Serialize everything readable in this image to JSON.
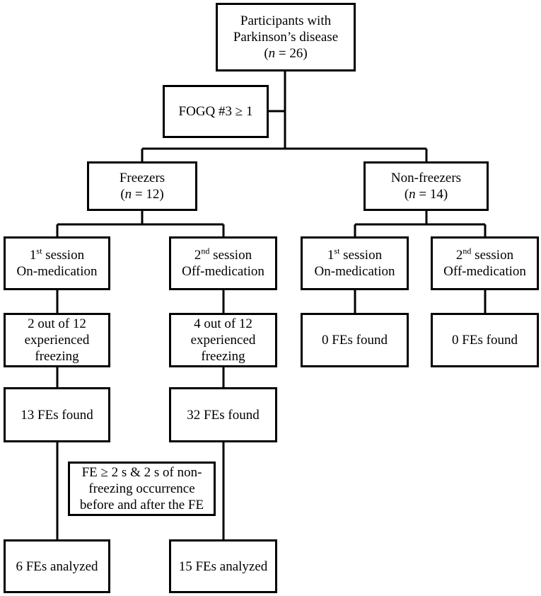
{
  "root": {
    "line1": "Participants with",
    "line2": "Parkinson’s disease",
    "n_pre": "(",
    "n_var": "n",
    "n_post": " = 26)"
  },
  "criterion": {
    "label": "FOGQ #3 ≥ 1"
  },
  "freezers": {
    "title": "Freezers",
    "n_pre": "(",
    "n_var": "n",
    "n_post": " = 12)"
  },
  "nonfreezers": {
    "title": "Non-freezers",
    "n_pre": "(",
    "n_var": "n",
    "n_post": " = 14)"
  },
  "session_labels": {
    "first_num": "1",
    "first_sup": "st",
    "first_rest": " session",
    "second_num": "2",
    "second_sup": "nd",
    "second_rest": " session",
    "on_med": "On-medication",
    "off_med": "Off-medication"
  },
  "freezers_on": {
    "experienced": {
      "l1": "2 out of 12",
      "l2": "experienced",
      "l3": "freezing"
    },
    "found": "13 FEs found",
    "analyzed": "6 FEs analyzed"
  },
  "freezers_off": {
    "experienced": {
      "l1": "4 out of 12",
      "l2": "experienced",
      "l3": "freezing"
    },
    "found": "32 FEs found",
    "analyzed": "15 FEs analyzed"
  },
  "nonfreezers_on": {
    "found": "0 FEs found"
  },
  "nonfreezers_off": {
    "found": "0 FEs found"
  },
  "fe_criterion": {
    "l1": "FE ≥ 2 s & 2 s of non-",
    "l2": "freezing occurrence",
    "l3": "before and after the FE"
  }
}
